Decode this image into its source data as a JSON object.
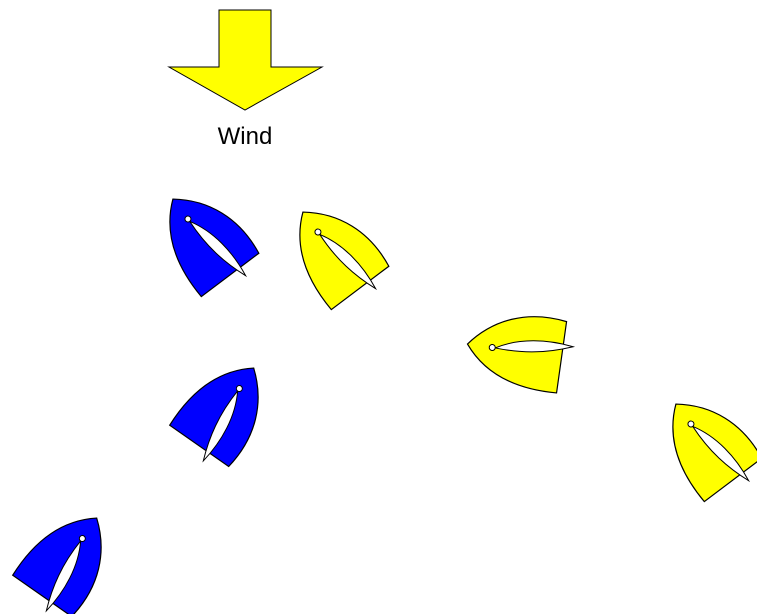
{
  "wind": {
    "label": "Wind",
    "arrow_color": "#ffff00"
  },
  "colors": {
    "blue": "#0000ff",
    "yellow": "#ffff00",
    "sail": "#ffffff",
    "outline": "#000000"
  },
  "boats": [
    {
      "name": "blue-boat-1",
      "color": "blue"
    },
    {
      "name": "yellow-boat-1",
      "color": "yellow"
    },
    {
      "name": "yellow-boat-2",
      "color": "yellow"
    },
    {
      "name": "blue-boat-2",
      "color": "blue"
    },
    {
      "name": "yellow-boat-3",
      "color": "yellow"
    },
    {
      "name": "blue-boat-3",
      "color": "blue"
    }
  ]
}
